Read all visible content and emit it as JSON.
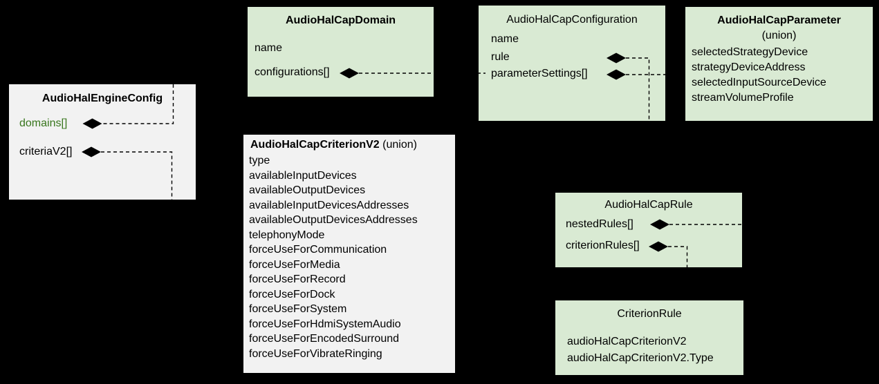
{
  "diagram": {
    "background_color": "#000000",
    "colors": {
      "green_box_fill": "#d9ead3",
      "gray_box_fill": "#f2f2f2",
      "text_color": "#000000",
      "green_field_text": "#38761d",
      "connector_color": "#000000"
    },
    "classes": {
      "engine": {
        "title": "AudioHalEngineConfig",
        "fields": [
          "domains[]",
          "criteriaV2[]"
        ]
      },
      "domain": {
        "title": "AudioHalCapDomain",
        "fields": [
          "name",
          "configurations[]"
        ]
      },
      "configuration": {
        "title": "AudioHalCapConfiguration",
        "fields": [
          "name",
          "rule",
          "parameterSettings[]"
        ]
      },
      "parameter": {
        "title": "AudioHalCapParameter",
        "subtitle": "(union)",
        "fields": [
          "selectedStrategyDevice",
          "strategyDeviceAddress",
          "selectedInputSourceDevice",
          "streamVolumeProfile"
        ]
      },
      "criterionV2": {
        "title": "AudioHalCapCriterionV2",
        "title_suffix": " (union)",
        "fields": [
          "type",
          "availableInputDevices",
          "availableOutputDevices",
          "availableInputDevicesAddresses",
          "availableOutputDevicesAddresses",
          "telephonyMode",
          "forceUseForCommunication",
          "forceUseForMedia",
          "forceUseForRecord",
          "forceUseForDock",
          "forceUseForSystem",
          "forceUseForHdmiSystemAudio",
          "forceUseForEncodedSurround",
          "forceUseForVibrateRinging"
        ]
      },
      "rule": {
        "title": "AudioHalCapRule",
        "fields": [
          "nestedRules[]",
          "criterionRules[]"
        ]
      },
      "criterionRule": {
        "title": "CriterionRule",
        "fields": [
          "audioHalCapCriterionV2",
          "audioHalCapCriterionV2.Type"
        ]
      }
    }
  }
}
